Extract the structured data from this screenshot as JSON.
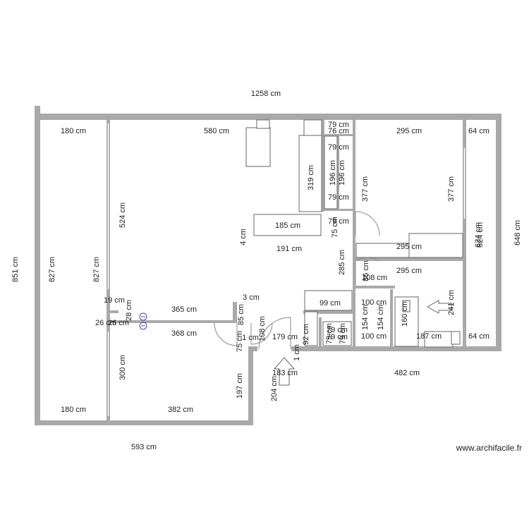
{
  "labels": {
    "total_width": "1258 cm",
    "total_height": "851 cm",
    "bottom_width": "593 cm",
    "right_height": "648 cm",
    "bottom_right_width": "482 cm",
    "left_room_top": "180 cm",
    "left_room_bottom": "180 cm",
    "left_room_height_outer": "827 cm",
    "left_room_height_inner": "827 cm",
    "living_top": "580 cm",
    "living_height": "524 cm",
    "kitchen_unit_height": "319 cm",
    "counter": "185 cm",
    "counter_width": "191 cm",
    "counter_gap": "4 cm",
    "closet_79_a": "79 cm",
    "closet_76_a": "76 cm",
    "closet_79_b": "79 cm",
    "closet_196_a": "196 cm",
    "closet_196_b": "196 cm",
    "closet_79_c": "79 cm",
    "closet_79_d": "79 cm",
    "closet_75": "75 cm",
    "bedroom_width": "295 cm",
    "bedroom_height_left": "377 cm",
    "bedroom_height_right": "377 cm",
    "bedroom_strip_top": "64 cm",
    "bedroom_strip_h1": "624 cm",
    "bedroom_strip_h2": "624 cm",
    "wardrobe_width": "295 cm",
    "hall_height": "285 cm",
    "hall_door": "86 cm",
    "hall_gap": "108 cm",
    "bath_width": "295 cm",
    "bath_height": "241 cm",
    "bath_strip": "64 cm",
    "shower": "160 cm",
    "bath_bottom": "187 cm",
    "wc_top": "100 cm",
    "wc_bottom": "100 cm",
    "wc_h1": "154 cm",
    "wc_h2": "154 cm",
    "small_79_a": "79 cm",
    "small_79_b": "79 cm",
    "small_79_c": "79 cm",
    "small_79_d": "79 cm",
    "entry_99": "99 cm",
    "entry_92": "92 cm",
    "entry_179": "179 cm",
    "entry_183": "183 cm",
    "entry_204": "204 cm",
    "entry_1": "1 cm",
    "entry_108": "108 cm",
    "corridor_3": "3 cm",
    "corridor_365": "365 cm",
    "corridor_368": "368 cm",
    "corridor_85": "85 cm",
    "corridor_75": "75 cm",
    "corridor_1": "1 cm",
    "stub_19": "19 cm",
    "stub_28": "28 cm",
    "stub_26_a": "26 cm",
    "stub_26_b": "26 cm",
    "lower_room_height": "300 cm",
    "lower_room_width": "382 cm",
    "lower_room_step": "197 cm"
  },
  "watermark": "www.archifacile.fr"
}
